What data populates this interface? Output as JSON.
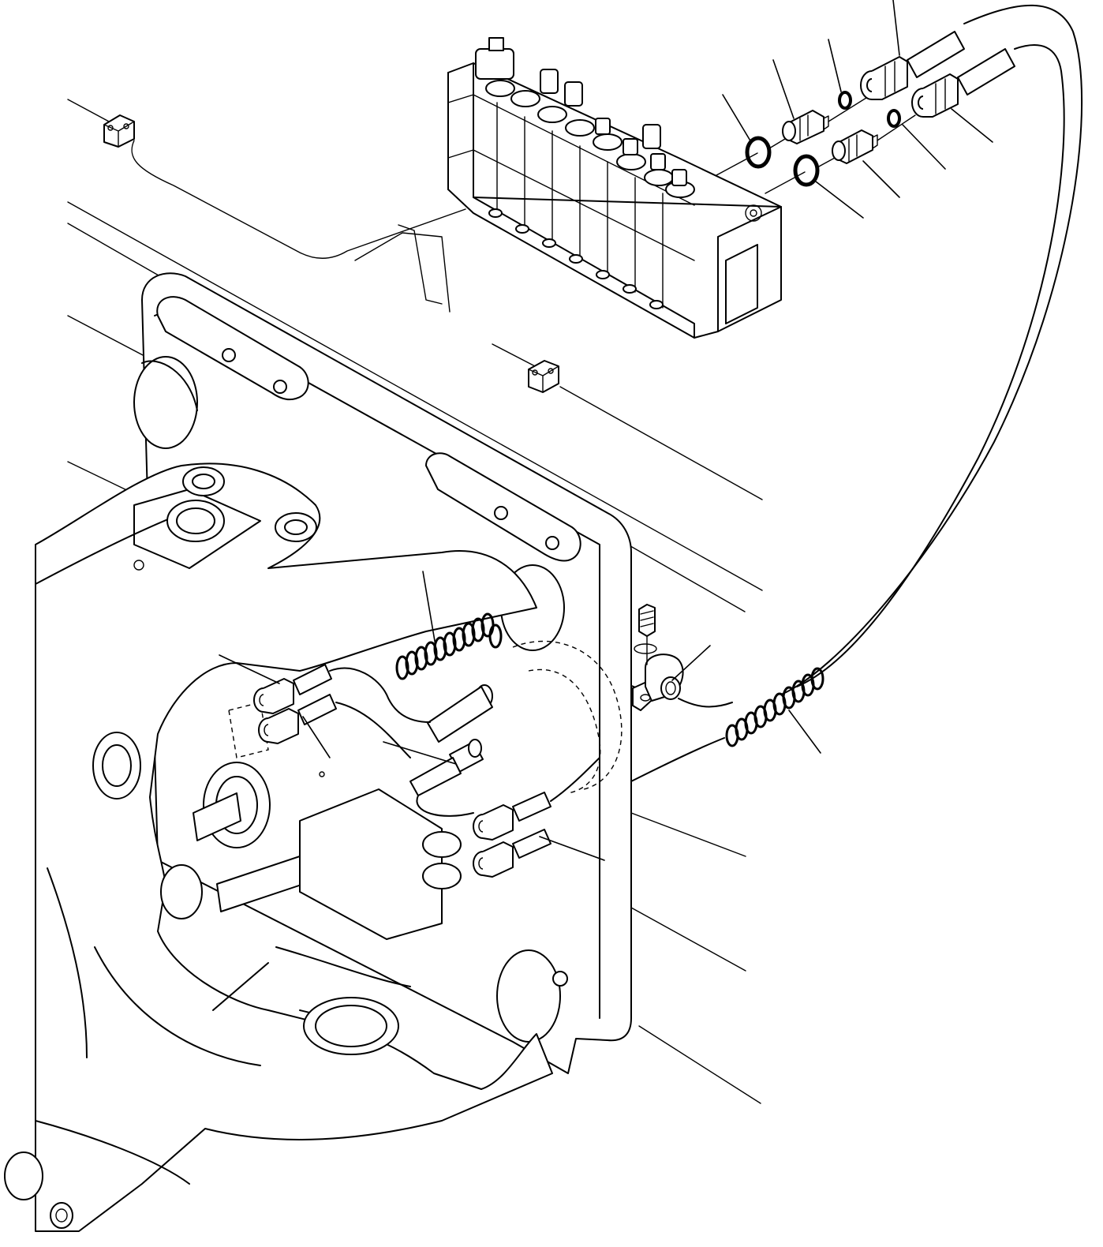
{
  "figure": {
    "kind": "exploded-assembly-line-drawing",
    "stroke_color": "#000000",
    "background_color": "#ffffff",
    "has_printed_text": false
  },
  "parts": [
    {
      "id": "control-valve",
      "icon": "valve-block-icon"
    },
    {
      "id": "adapter-fitting-upper",
      "icon": "fitting-icon"
    },
    {
      "id": "adapter-fitting-lower",
      "icon": "fitting-icon"
    },
    {
      "id": "o-ring-large-upper",
      "icon": "o-ring-icon"
    },
    {
      "id": "o-ring-large-lower",
      "icon": "o-ring-icon"
    },
    {
      "id": "o-ring-small-upper",
      "icon": "o-ring-icon"
    },
    {
      "id": "o-ring-small-lower",
      "icon": "o-ring-icon"
    },
    {
      "id": "hose-pair",
      "icon": "hose-icon"
    },
    {
      "id": "spiral-guard-right",
      "icon": "spring-guard-icon"
    },
    {
      "id": "spiral-guard-center",
      "icon": "spring-guard-icon"
    },
    {
      "id": "hose-clamp-with-bolt",
      "icon": "clamp-icon"
    },
    {
      "id": "hose-clip-upper-left",
      "icon": "clip-icon"
    },
    {
      "id": "hose-clip-center",
      "icon": "clip-icon"
    },
    {
      "id": "swing-frame",
      "icon": "frame-icon"
    },
    {
      "id": "cylinder-hose-connectors",
      "icon": "fitting-icon"
    }
  ],
  "callout_leaders": 14
}
